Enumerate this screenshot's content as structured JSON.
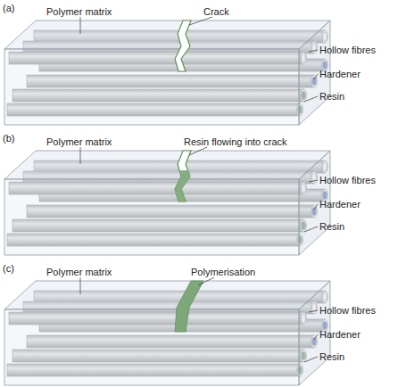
{
  "diagram": {
    "labels": [
      "(a)",
      "Polymer matrix",
      "Crack",
      "Hollow fibres",
      "Hardener",
      "Resin",
      "(b)",
      "Polymer matrix",
      "Resin flowing into crack",
      "Hollow fibres",
      "Hardener",
      "Resin",
      "(c)",
      "Polymer matrix",
      "Polymerisation",
      "Hollow fibres",
      "Hardener",
      "Resin"
    ]
  }
}
